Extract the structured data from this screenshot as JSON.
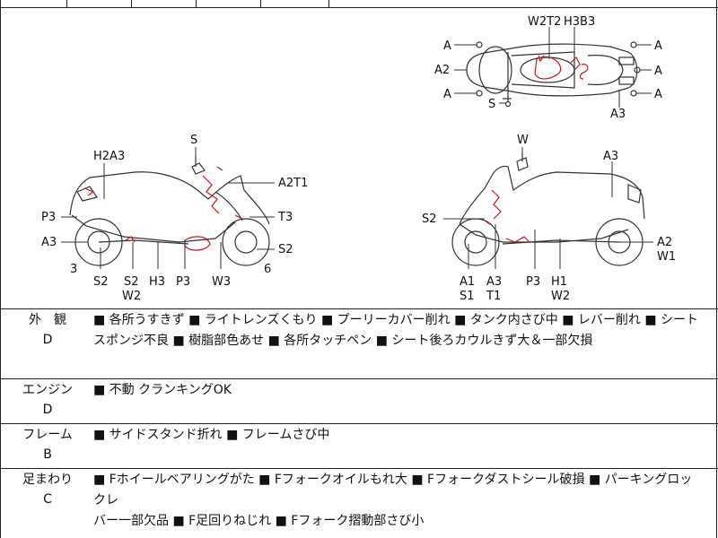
{
  "diagram": {
    "top_view": {
      "left_A": [
        "A",
        "A"
      ],
      "left_A2": "A2",
      "bottom_S": "S",
      "top_labels": [
        "W2T2",
        "H3B3"
      ],
      "right_A": [
        "A",
        "A",
        "A"
      ],
      "bottom_A3": "A3"
    },
    "left_side": {
      "H2A3": "H2A3",
      "S_top": "S",
      "A2T1": "A2T1",
      "P3": "P3",
      "T3": "T3",
      "A3": "A3",
      "S2_right": "S2",
      "bottom": [
        "S2",
        "S2",
        "H3",
        "P3",
        "W3"
      ],
      "bottom2": "W2",
      "num3": "3",
      "num6": "6"
    },
    "right_side": {
      "W_top": "W",
      "A3_top": "A3",
      "S2_left": "S2",
      "A2": "A2",
      "W1": "W1",
      "bottom": [
        "A1",
        "A3",
        "P3",
        "H1"
      ],
      "bottom2": [
        "S1",
        "T1",
        "W2"
      ]
    }
  },
  "sections": [
    {
      "label": "外　観",
      "grade": "D",
      "lines": [
        "■ 各所うすきず ■ ライトレンズくもり ■ プーリーカバー削れ ■ タンク内さび中 ■ レバー削れ ■ シート",
        "スポンジ不良 ■ 樹脂部色あせ ■ 各所タッチペン ■ シート後ろカウルきず大＆一部欠損"
      ]
    },
    {
      "label": "エンジン",
      "grade": "D",
      "lines": [
        "■ 不動 クランキングOK"
      ]
    },
    {
      "label": "フレーム",
      "grade": "B",
      "lines": [
        "■ サイドスタンド折れ ■ フレームさび中"
      ]
    },
    {
      "label": "足まわり",
      "grade": "C",
      "lines": [
        "■ Fホイールベアリングがた ■ Fフォークオイルもれ大 ■ Fフォークダストシール破損 ■ パーキングロックレ",
        "バー一部欠品 ■ F足回りねじれ ■ Fフォーク摺動部さび小"
      ]
    }
  ]
}
